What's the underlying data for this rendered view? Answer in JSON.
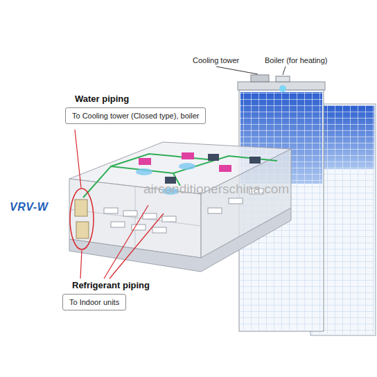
{
  "diagram": {
    "nodes": [
      {
        "text": [
          "Water piping",
          "To Cooling tower (Closed type), boiler"
        ]
      },
      {
        "text": [
          "Refrigerant piping",
          "To Indoor units"
        ]
      }
    ],
    "labels": [
      "Cooling tower",
      "Boiler (for heating)",
      "VRV-W",
      "airconditionerschina.com"
    ]
  }
}
